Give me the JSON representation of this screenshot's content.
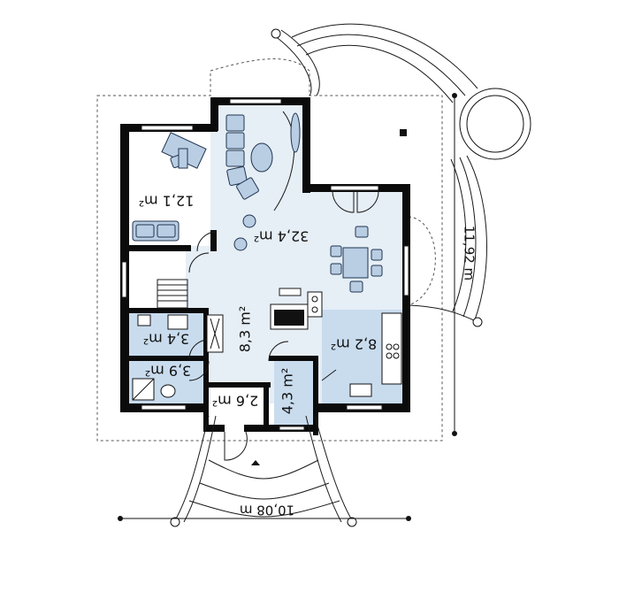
{
  "room_colors": {
    "living": "#e6eef6",
    "kitchen": "#c9dcee",
    "furniture": "#b9cde3"
  },
  "rooms": [
    {
      "id": "office",
      "area": "12,1 m²"
    },
    {
      "id": "living",
      "area": "32,4 m²"
    },
    {
      "id": "hall",
      "area": "8,3 m²"
    },
    {
      "id": "kitchen",
      "area": "8,2 m²"
    },
    {
      "id": "utility",
      "area": "3,4 m²"
    },
    {
      "id": "bathroom",
      "area": "3,9 m²"
    },
    {
      "id": "vestibule",
      "area": "2,6 m²"
    },
    {
      "id": "pantry",
      "area": "4,3 m²"
    }
  ],
  "dimensions": {
    "width": "10,08 m",
    "depth": "11,92 m"
  }
}
